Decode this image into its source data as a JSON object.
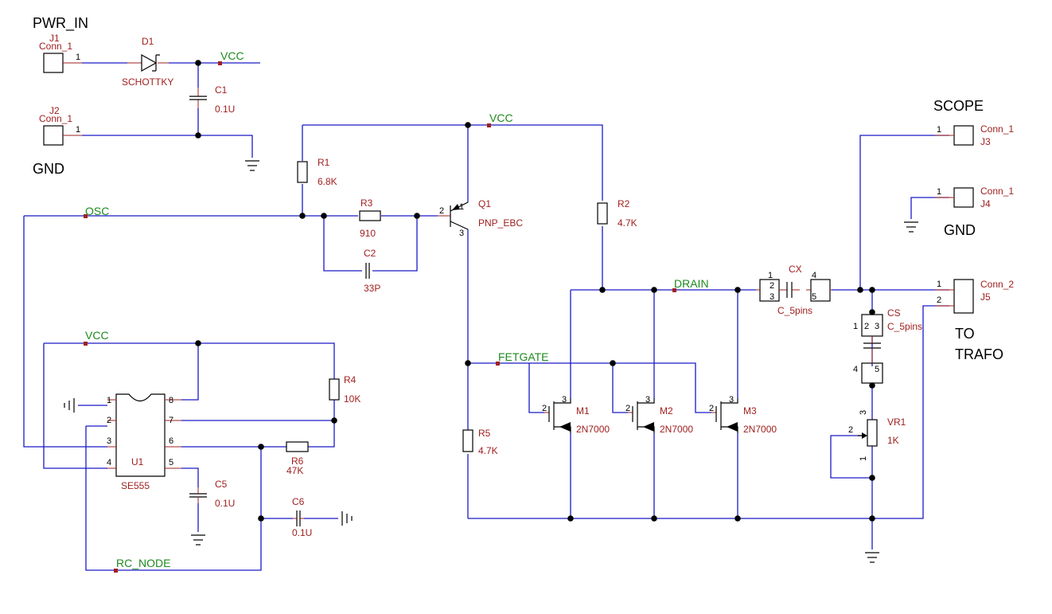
{
  "labels": {
    "pwr_in": "PWR_IN",
    "gnd_left": "GND",
    "scope": "SCOPE",
    "gnd_right": "GND",
    "to": "TO",
    "trafo": "TRAFO"
  },
  "nets": {
    "vcc_top": "VCC",
    "vcc_mid": "VCC",
    "vcc_low": "VCC",
    "osc": "OSC",
    "drain": "DRAIN",
    "fetgate": "FETGATE",
    "rc_node": "RC_NODE"
  },
  "components": {
    "J1": {
      "ref": "J1",
      "value": "Conn_1",
      "pin": "1"
    },
    "J2": {
      "ref": "J2",
      "value": "Conn_1",
      "pin": "1"
    },
    "J3": {
      "ref": "J3",
      "value": "Conn_1",
      "pin": "1"
    },
    "J4": {
      "ref": "J4",
      "value": "Conn_1",
      "pin": "1"
    },
    "J5": {
      "ref": "J5",
      "value": "Conn_2",
      "pin1": "1",
      "pin2": "2"
    },
    "D1": {
      "ref": "D1",
      "value": "SCHOTTKY"
    },
    "C1": {
      "ref": "C1",
      "value": "0.1U"
    },
    "R1": {
      "ref": "R1",
      "value": "6.8K"
    },
    "R2": {
      "ref": "R2",
      "value": "4.7K"
    },
    "R3": {
      "ref": "R3",
      "value": "910"
    },
    "C2": {
      "ref": "C2",
      "value": "33P"
    },
    "Q1": {
      "ref": "Q1",
      "value": "PNP_EBC",
      "pin1": "1",
      "pin2": "2",
      "pin3": "3"
    },
    "CX": {
      "ref": "CX",
      "value": "C_5pins",
      "pins": [
        "1",
        "2",
        "3",
        "4",
        "5"
      ]
    },
    "CS": {
      "ref": "CS",
      "value": "C_5pins",
      "pins": [
        "1",
        "2",
        "3",
        "4",
        "5"
      ]
    },
    "R4": {
      "ref": "R4",
      "value": "10K"
    },
    "R5": {
      "ref": "R5",
      "value": "4.7K"
    },
    "R6": {
      "ref": "R6",
      "value": "47K"
    },
    "U1": {
      "ref": "U1",
      "value": "SE555",
      "pins": [
        "1",
        "2",
        "3",
        "4",
        "5",
        "6",
        "7",
        "8"
      ]
    },
    "C5": {
      "ref": "C5",
      "value": "0.1U"
    },
    "C6": {
      "ref": "C6",
      "value": "0.1U"
    },
    "M1": {
      "ref": "M1",
      "value": "2N7000",
      "pin2": "2",
      "pin3": "3"
    },
    "M2": {
      "ref": "M2",
      "value": "2N7000",
      "pin2": "2",
      "pin3": "3"
    },
    "M3": {
      "ref": "M3",
      "value": "2N7000",
      "pin2": "2",
      "pin3": "3"
    },
    "VR1": {
      "ref": "VR1",
      "value": "1K",
      "pin1": "1",
      "pin2": "2",
      "pin3": "3"
    }
  },
  "colors": {
    "wire": "#1a1ac8",
    "ref_text": "#a02020",
    "net_label": "#1e8a1e",
    "component": "#000000"
  }
}
